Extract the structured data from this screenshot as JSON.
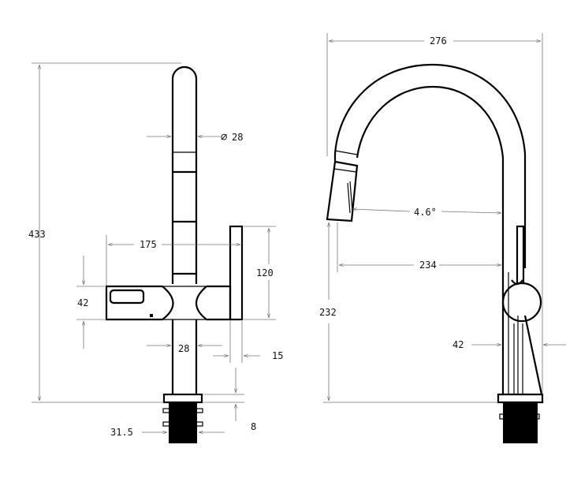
{
  "dimensions": {
    "side_view": {
      "total_height": "433",
      "spout_diameter_symbol": "∅",
      "spout_diameter": "28",
      "reach": "175",
      "handle_height": "120",
      "body_height": "42",
      "body_diameter": "28",
      "handle_width": "15",
      "base_thickness": "8",
      "shank_diameter": "31.5"
    },
    "front_view": {
      "overall_width": "276",
      "spray_angle": "4.6°",
      "spout_reach": "234",
      "spout_height": "232",
      "body_diameter": "42"
    }
  }
}
